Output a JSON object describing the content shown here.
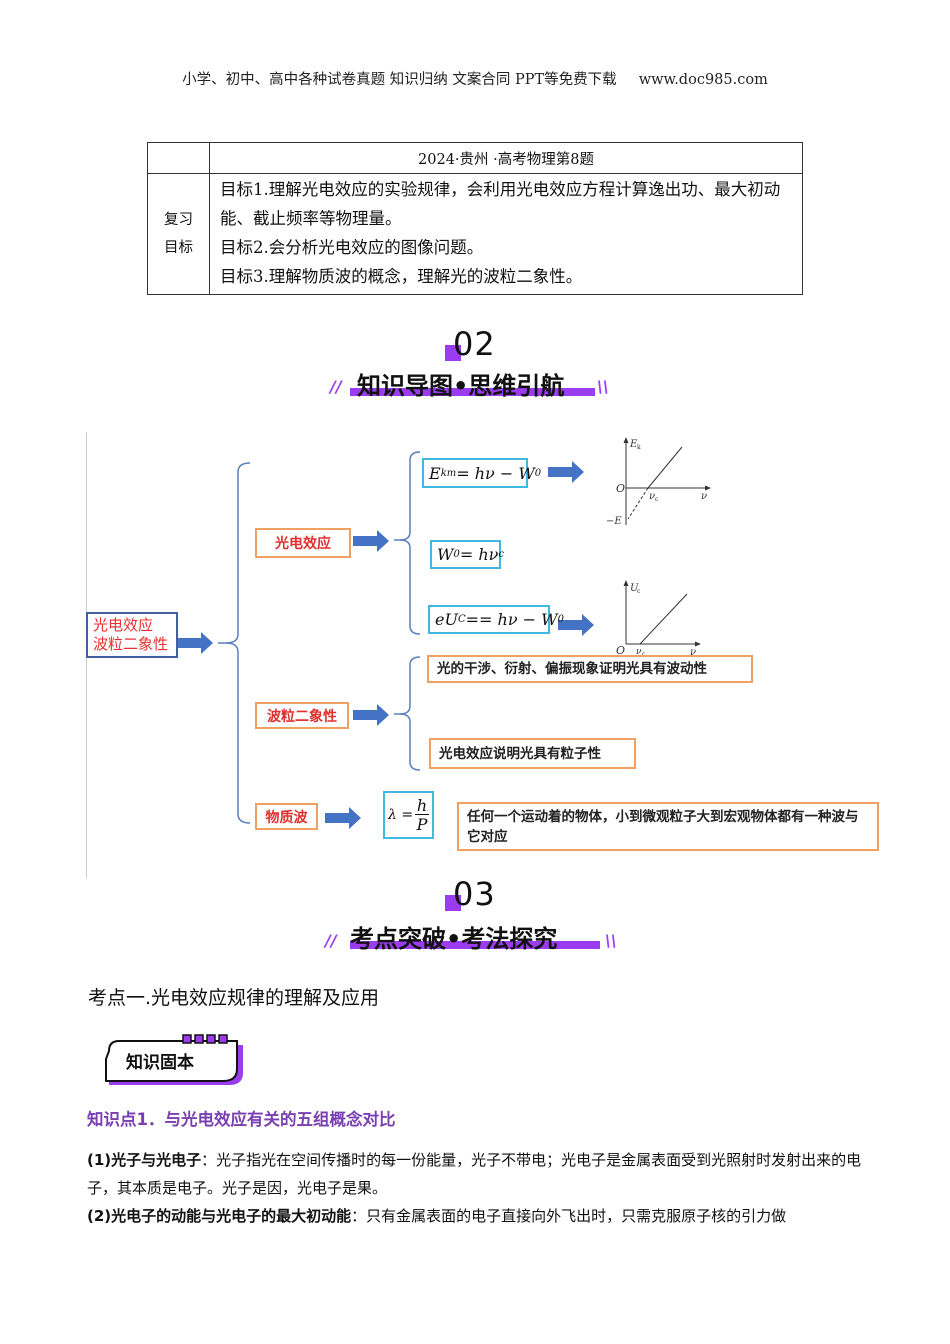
{
  "header": {
    "text": "小学、初中、高中各种试卷真题  知识归纳  文案合同  PPT等免费下载",
    "url": "www.doc985.com"
  },
  "goal_table": {
    "source": "2024·贵州  ·高考物理第8题",
    "row_label": "复习\n目标",
    "row_label_line1": "复习",
    "row_label_line2": "目标",
    "goals": [
      "目标1.理解光电效应的实验规律，会利用光电效应方程计算逸出功、最大初动能、截止频率等物理量。",
      "目标2.会分析光电效应的图像问题。",
      "目标3.理解物质波的概念，理解光的波粒二象性。"
    ]
  },
  "section02": {
    "number": "02",
    "title": "知识导图•思维引航",
    "slash_left": "//",
    "slash_right": "\\\\"
  },
  "section03": {
    "number": "03",
    "title": "考点突破•考法探究",
    "slash_left": "//",
    "slash_right": "\\\\"
  },
  "mindmap": {
    "root_line1": "光电效应",
    "root_line2": "波粒二象性",
    "branches": {
      "photoelectric": "光电效应",
      "duality": "波粒二象性",
      "matter_wave": "物质波"
    },
    "formulas": {
      "ekm": {
        "lhs": "E",
        "lhs_sub": "km",
        "rhs": " = hν − W",
        "rhs_sub": "0"
      },
      "w0": {
        "lhs": "W",
        "lhs_sub": "0",
        "rhs": " = hν",
        "rhs_sub": "c"
      },
      "euc": {
        "lhs": "eU",
        "lhs_sub": "C",
        "rhs": " == hν − W",
        "rhs_sub": "0"
      },
      "lambda": {
        "lhs": "λ =",
        "num": "h",
        "den": "P"
      }
    },
    "graph1": {
      "y_label": "E",
      "y_label_sub": "k",
      "origin": "O",
      "x_intercept": "ν",
      "x_intercept_sub": "c",
      "x_label": "ν",
      "y_intercept": "−E"
    },
    "graph2": {
      "y_label": "U",
      "y_label_sub": "c",
      "origin": "O",
      "x_intercept": "ν",
      "x_intercept_sub": "c",
      "x_label": "ν"
    },
    "duality_wave": "光的干涉、衍射、偏振现象证明光具有波动性",
    "duality_particle": "光电效应说明光具有粒子性",
    "matter_wave_desc": "任何一个运动着的物体，小到微观粒子大到宏观物体都有一种波与它对应"
  },
  "content": {
    "kp_title": "考点一.光电效应规律的理解及应用",
    "badge": "知识固本",
    "sub_title": "知识点1．与光电效应有关的五组概念对比",
    "p1_label": "(1)光子与光电子",
    "p1_text": "：光子指光在空间传播时的每一份能量，光子不带电；光电子是金属表面受到光照射时发射出来的电子，其本质是电子。光子是因，光电子是果。",
    "p2_label": "(2)光电子的动能与光电子的最大初动能",
    "p2_text": "：只有金属表面的电子直接向外飞出时，只需克服原子核的引力做"
  },
  "colors": {
    "accent_purple": "#9b3cf0",
    "subtitle_purple": "#7a3fb0",
    "node_orange": "#f0a060",
    "node_red_text": "#e03030",
    "formula_cyan": "#40b8e0",
    "arrow_blue": "#4472c4",
    "bracket_blue": "#5b7fc0"
  }
}
